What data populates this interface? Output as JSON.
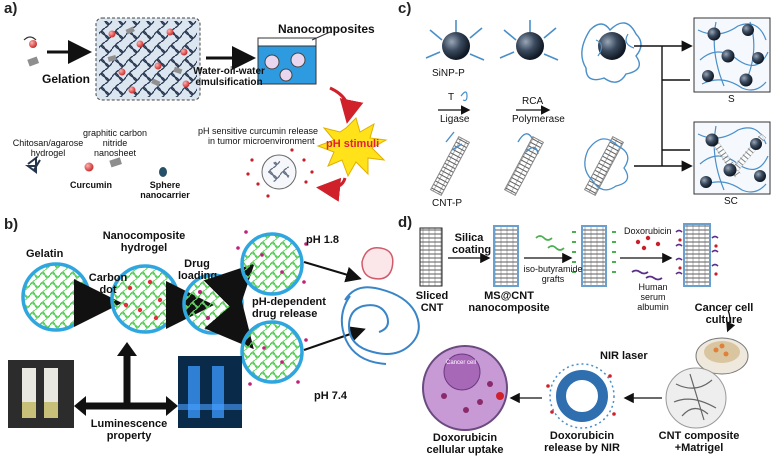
{
  "panel_a": {
    "tag": "a)",
    "gelation": "Gelation",
    "nanocomposites": "Nanocomposites",
    "emulsification_1": "Water-oil-water",
    "emulsification_2": "emulsification",
    "ph_stimuli": "pH stimuli",
    "release_1": "pH sensitive curcumin release",
    "release_2": "in tumor microenvironment",
    "hydrogel_1": "Chitosan/agarose",
    "hydrogel_2": "hydrogel",
    "gcn_1": "graphitic carbon",
    "gcn_2": "nitride",
    "gcn_3": "nanosheet",
    "curcumin": "Curcumin",
    "sphere_1": "Sphere",
    "sphere_2": "nanocarrier"
  },
  "panel_b": {
    "tag": "b)",
    "gelatin": "Gelatin",
    "carbon_1": "Carbon",
    "carbon_2": "dot",
    "nano_1": "Nanocomposite",
    "nano_2": "hydrogel",
    "drug_1": "Drug",
    "drug_2": "loading",
    "ph18": "pH 1.8",
    "phdep_1": "pH-dependent",
    "phdep_2": "drug release",
    "ph74": "pH 7.4",
    "lum_1": "Luminescence",
    "lum_2": "property"
  },
  "panel_c": {
    "tag": "c)",
    "sinp": "SiNP-P",
    "t": "T",
    "ligase": "Ligase",
    "rca": "RCA",
    "polymerase": "Polymerase",
    "cnt": "CNT-P",
    "s": "S",
    "sc": "SC"
  },
  "panel_d": {
    "tag": "d)",
    "silica_1": "Silica",
    "silica_2": "coating",
    "iso_1": "iso-butyramide",
    "iso_2": "grafts",
    "doxo": "Doxorubicin",
    "hsa_1": "Human serum",
    "hsa_2": "albumin",
    "sliced_1": "Sliced",
    "sliced_2": "CNT",
    "ms_1": "MS@CNT",
    "ms_2": "nanocomposite",
    "cancer_1": "Cancer cell",
    "cancer_2": "culture",
    "cancer_cell": "Cancer cell",
    "nir": "NIR laser",
    "uptake_1": "Doxorubicin",
    "uptake_2": "cellular uptake",
    "release_1": "Doxorubicin",
    "release_2": "release by NIR",
    "cntc_1": "CNT composite",
    "cntc_2": "+Matrigel"
  },
  "colors": {
    "hydrogel_green": "#5ecf5e",
    "circle_blue": "#39b6e8",
    "star_yellow": "#ffe21a",
    "ph_red": "#e0203a",
    "panel_c_blue": "#4a8fc9",
    "cell_purple": "#c79ad6"
  }
}
